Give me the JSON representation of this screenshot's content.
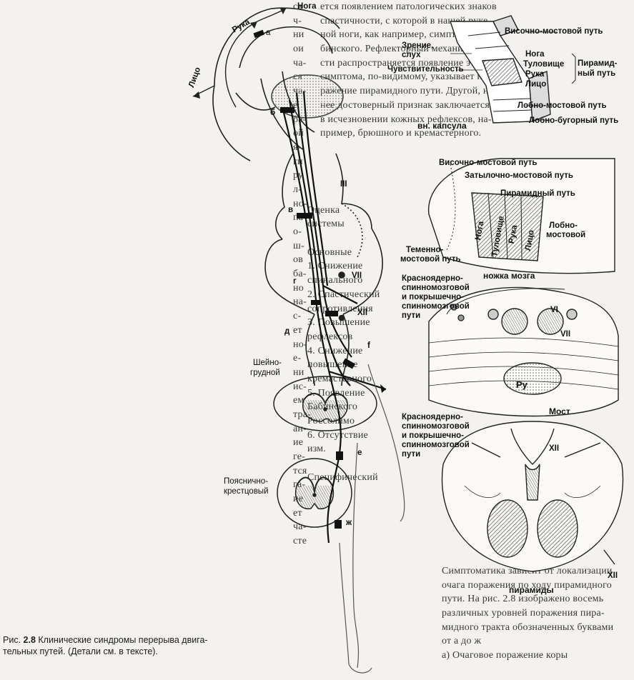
{
  "figure": {
    "caption_prefix": "Рис. ",
    "caption_number": "2.8",
    "caption_line1": " Клинические синдромы перерыва двига-",
    "caption_line2": "тельных путей. (Детали см. в тексте)."
  },
  "labels": {
    "noga": "Нога",
    "ruka": "Рука",
    "litso": "Лицо",
    "a": "а",
    "b": "б",
    "v": "в",
    "g": "г",
    "d": "д",
    "e": "е",
    "f": "f",
    "zh": "ж",
    "III": "III",
    "VII": "VII",
    "XII": "XII",
    "sheino_1": "Шейно-",
    "sheino_2": "грудной",
    "poyasn_1": "Пояснично-",
    "poyasn_2": "крестцовый",
    "zrenie_1": "Зрение,",
    "zrenie_2": "слух",
    "chuvstv": "Чувствительность",
    "visochno_top": "Височно-мостовой путь",
    "noga2": "Нога",
    "tulov": "Туловище",
    "ruka2": "Рука",
    "litso2": "Лицо",
    "piramid_1": "Пирамид-",
    "piramid_2": "ный путь",
    "lobno_most": "Лобно-мостовой путь",
    "lobno_bugor": "Лобно-бугорный путь",
    "vn_kapsula": "вн. капсула",
    "visochno_2": "Височно-мостовой путь",
    "zatyl": "Затылочно-мостовой путь",
    "piramid_put": "Пирамидный путь",
    "noga3": "Нога",
    "tulov3": "Туловище",
    "ruka3": "Рука",
    "litso3": "Лицо",
    "lobno_1": "Лобно-",
    "lobno_2": "мостовой",
    "temen_1": "Теменно-",
    "temen_2": "мостовой путь",
    "nozhka": "ножка мозга",
    "krasn_a1": "Красноядерно-",
    "krasn_a2": "спинномозговой",
    "krasn_a3": "и покрышечно-",
    "krasn_a4": "спинномозговой",
    "krasn_a5": "пути",
    "VI": "VI",
    "VII_b": "VII",
    "Ru": "Ру",
    "most": "Мост",
    "krasn_b1": "Красноядерно-",
    "krasn_b2": "спинномозговой",
    "krasn_b3": "и покрышечно-",
    "krasn_b4": "спинномозговой",
    "krasn_b5": "пути",
    "XII_b": "XII",
    "XII_c": "XII",
    "piramidy": "пирамиды"
  },
  "page_text": {
    "left_col": [
      "ся",
      "ч-",
      "ни",
      "ои",
      "ча-",
      "ся",
      "ча-",
      "е",
      "ра-",
      "ой",
      "я-",
      "ги",
      "ру",
      "л-",
      "но-",
      "па-",
      "о-",
      "ш-",
      "ов",
      "ба-",
      "но",
      "на-",
      "с-",
      "ет",
      "но-",
      "е-",
      "ни",
      "ис-",
      "ем",
      "тра-",
      "ан-",
      "ие",
      "ге-",
      "тся",
      "га-",
      "ие",
      "ет",
      "ча-",
      "сте"
    ],
    "right_top": [
      "ется появлением патологических знаков",
      "спастичности, с которой в нашей руке",
      "ной ноги, как например, симптома Ба-",
      "бинского. Рефлекторный механизм",
      "сти распространяется появление этого",
      "симптома, по-видимому, указывает на по-",
      "ражение пирамидного пути. Другой, не-",
      "нее достоверный признак заключается",
      "в исчезновении кожных рефлексов, на-",
      "пример, брюшного и кремастерного."
    ],
    "right_mid": [
      "",
      "Оценка",
      "системы",
      "",
      "Основные",
      "1. Снижение",
      "   спинального",
      "2. Спастический",
      "   сопротивления",
      "3. Повышение",
      "   рефлексов",
      "4. Снижение",
      "   повышение",
      "   кремастерного",
      "5. Появление",
      "   Бабинского",
      "   Россолимо",
      "6. Отсутствие",
      "   изм.",
      "",
      "Специфический"
    ],
    "right_bot": [
      "Симптоматика зависит от локализации",
      "очага поражения по ходу пирамидного",
      "пути. На рис. 2.8 изображено восемь",
      "различных уровней поражения пира-",
      "мидного тракта обозначенных буквами",
      "от а до ж",
      "а) Очаговое поражение коры"
    ]
  }
}
